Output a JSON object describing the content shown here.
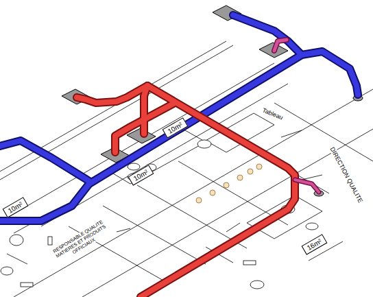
{
  "diagram": {
    "nodes": [
      {
        "text": [
          "10m²"
        ]
      },
      {
        "text": [
          "10m²"
        ]
      },
      {
        "text": [
          "10m²"
        ]
      },
      {
        "text": [
          "16m²"
        ]
      }
    ],
    "labels": [
      "Tableau",
      "DIRECTION QUALITE",
      "RESPONSABLE QUALITE MATIERES ET PRODUITS OFFICIAUX"
    ]
  }
}
